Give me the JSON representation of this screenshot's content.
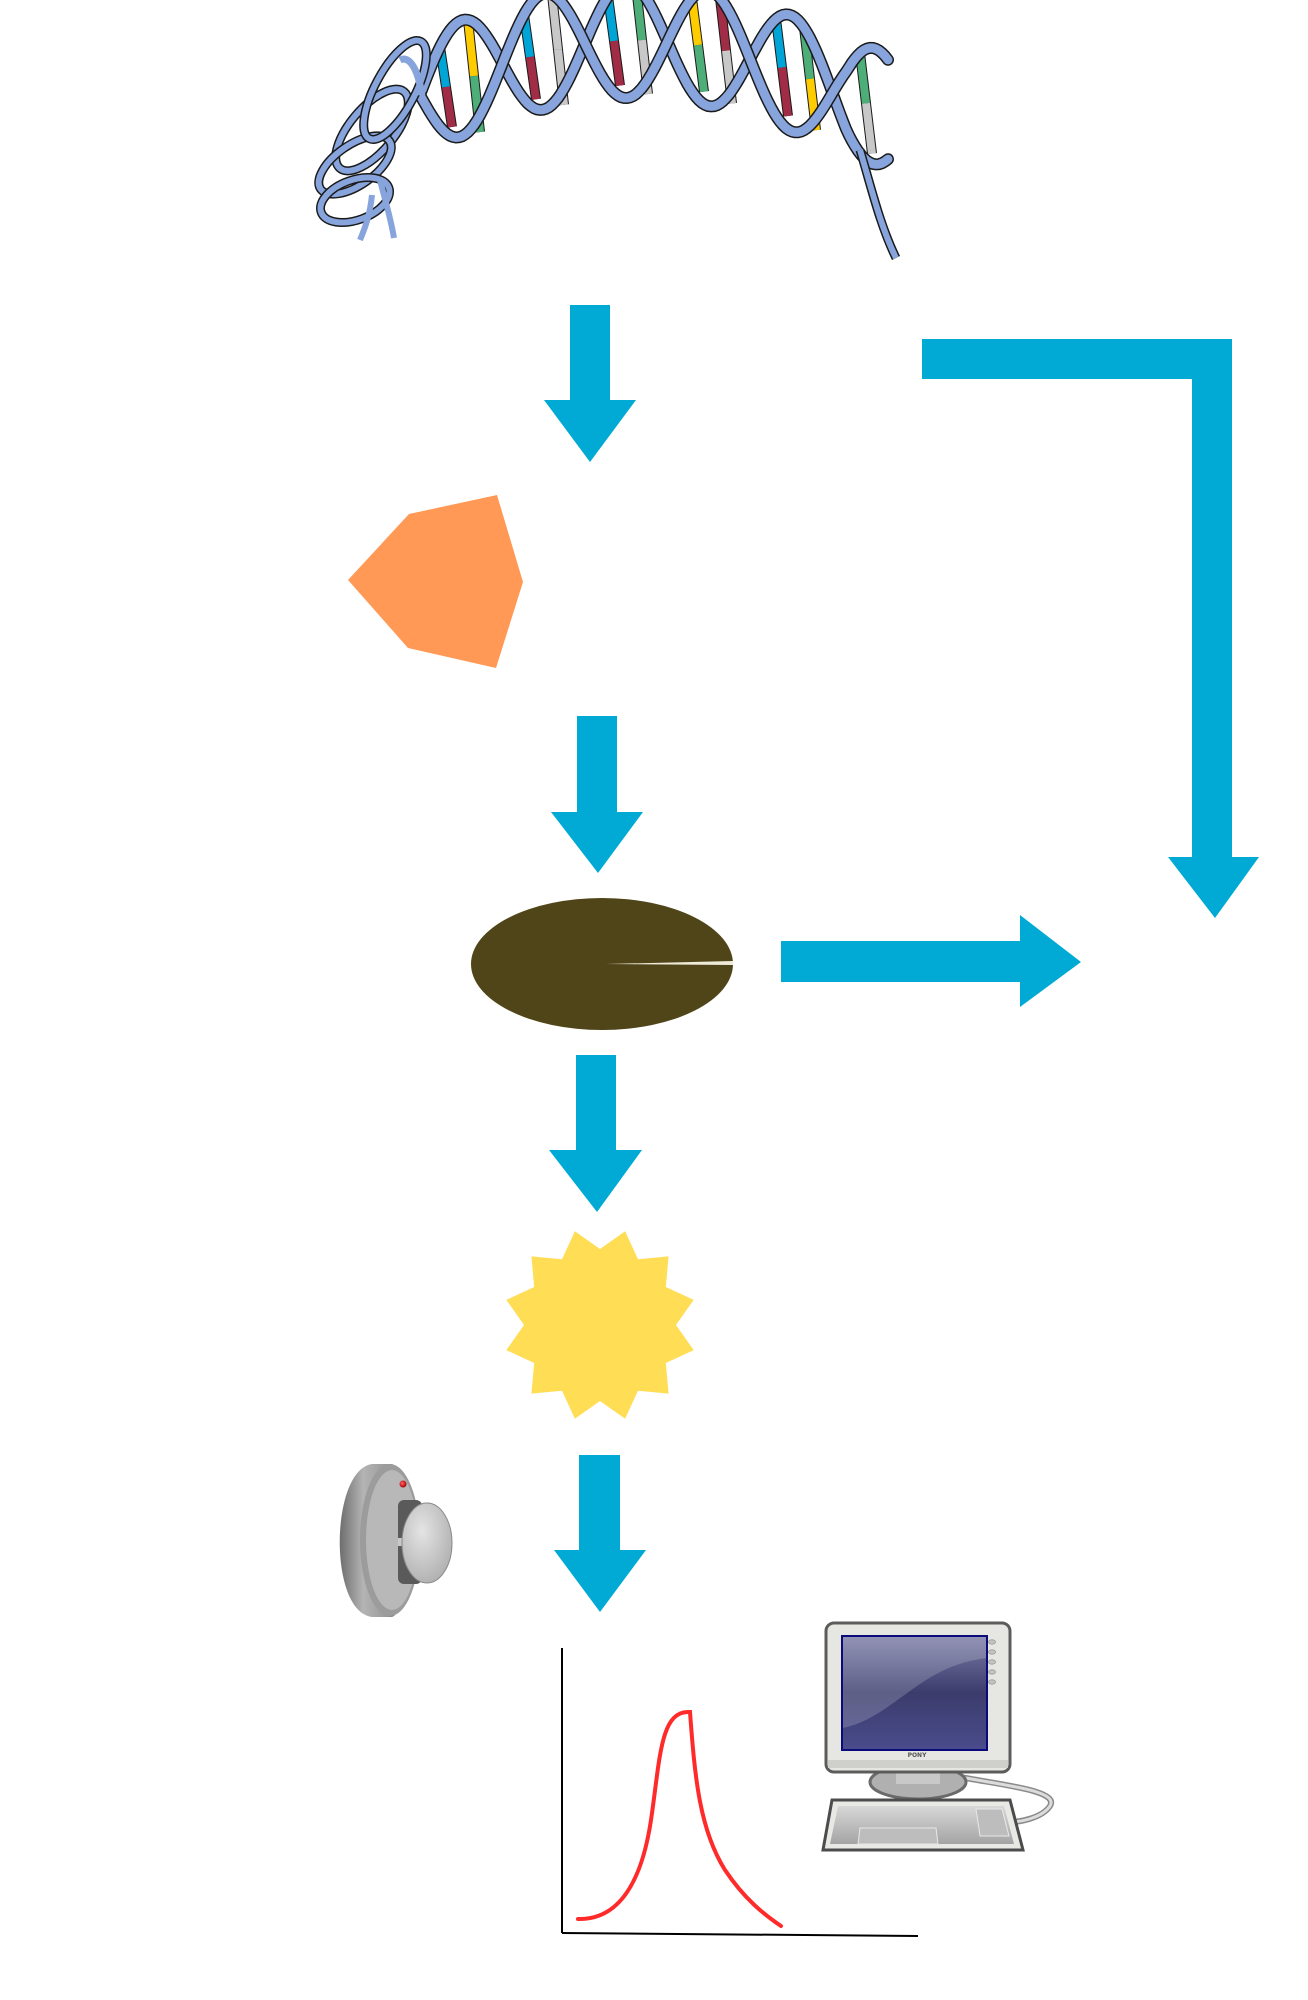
{
  "diagram": {
    "title": "",
    "colors": {
      "arrow": "#00aad4",
      "pentagon": "#ff9955",
      "ellipse": "#504519",
      "star": "#ffdd55",
      "curve": "#ff2a2a",
      "axis": "#000000",
      "dna_ribbon": "#87a4dc",
      "dna_outline": "#1a1a1a",
      "base_yellow": "#ffcc00",
      "base_green": "#4dae78",
      "base_red": "#a02c45",
      "base_blue": "#00a5d8",
      "base_grey": "#c8c8c8",
      "monitor_screen": "#3c3e7a",
      "monitor_bezel": "#e6e6e2",
      "led": "#cc0000"
    },
    "nodes": [
      {
        "id": "dna",
        "icon": "dna-double-helix-icon"
      },
      {
        "id": "pentagon",
        "icon": "orange-pentagon-shape"
      },
      {
        "id": "ellipse",
        "icon": "brown-ellipse-shape"
      },
      {
        "id": "star",
        "icon": "yellow-starburst-shape"
      },
      {
        "id": "detector",
        "icon": "smoke-detector-icon"
      },
      {
        "id": "signal-plot",
        "icon": "peak-curve-plot"
      },
      {
        "id": "computer",
        "icon": "desktop-computer-icon"
      }
    ],
    "arrows": [
      {
        "from": "dna",
        "to": "pentagon",
        "direction": "down"
      },
      {
        "from": "pentagon",
        "to": "ellipse",
        "direction": "down"
      },
      {
        "from": "ellipse",
        "to": "star",
        "direction": "down"
      },
      {
        "from": "star",
        "to": "signal-plot",
        "direction": "down"
      },
      {
        "from": "ellipse",
        "to": "right-target",
        "direction": "right"
      },
      {
        "from": "dna",
        "to": "right-target",
        "direction": "elbow-right-down"
      }
    ],
    "computer": {
      "brand_label": "PONY"
    }
  }
}
